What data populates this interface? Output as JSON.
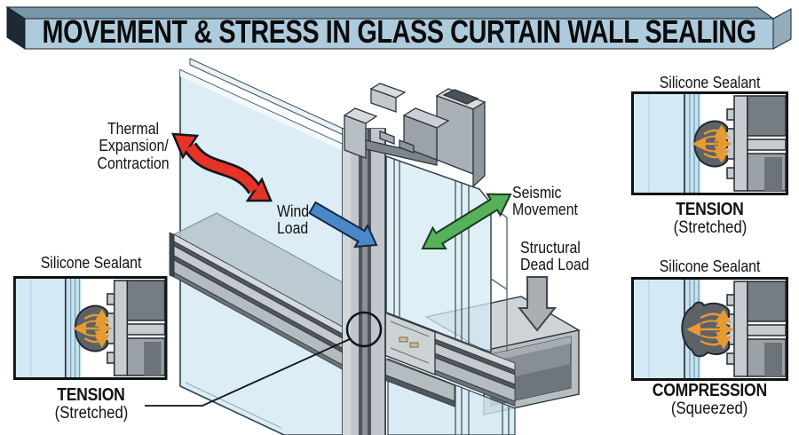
{
  "title": {
    "text": "MOVEMENT & STRESS IN GLASS CURTAIN WALL SEALING"
  },
  "banner": {
    "face_color": "#aecbde",
    "top_color": "#7897a9",
    "side_color": "#93adbc",
    "edge_color": "#1d2a33"
  },
  "labels": {
    "thermal": {
      "lines": [
        "Thermal",
        "Expansion/",
        "Contraction"
      ],
      "arrow_icon": "red-wavy-double-arrow",
      "arrow_color": "#e63328"
    },
    "wind": {
      "lines": [
        "Wind",
        "Load"
      ],
      "arrow_icon": "blue-diagonal-arrow",
      "arrow_color": "#4b87c8"
    },
    "seismic": {
      "lines": [
        "Seismic",
        "Movement"
      ],
      "arrow_icon": "green-double-arrow",
      "arrow_color": "#57b05a"
    },
    "dead_load": {
      "lines": [
        "Structural",
        "Dead Load"
      ],
      "arrow_icon": "gray-down-arrow",
      "arrow_color": "#a9afb3"
    }
  },
  "insets": {
    "left": {
      "label": "Silicone Sealant",
      "caption": "TENSION",
      "subcaption": "(Stretched)"
    },
    "top_right": {
      "label": "Silicone Sealant",
      "caption": "TENSION",
      "subcaption": "(Stretched)"
    },
    "bottom_right": {
      "label": "Silicone Sealant",
      "caption": "COMPRESSION",
      "subcaption": "(Squeezed)"
    }
  },
  "materials": {
    "glass_color": "#d9ecf5",
    "aluminum_color": "#c6cbcf",
    "sealant_color": "#5d6266",
    "stress_arrow_color": "#e89a32"
  }
}
